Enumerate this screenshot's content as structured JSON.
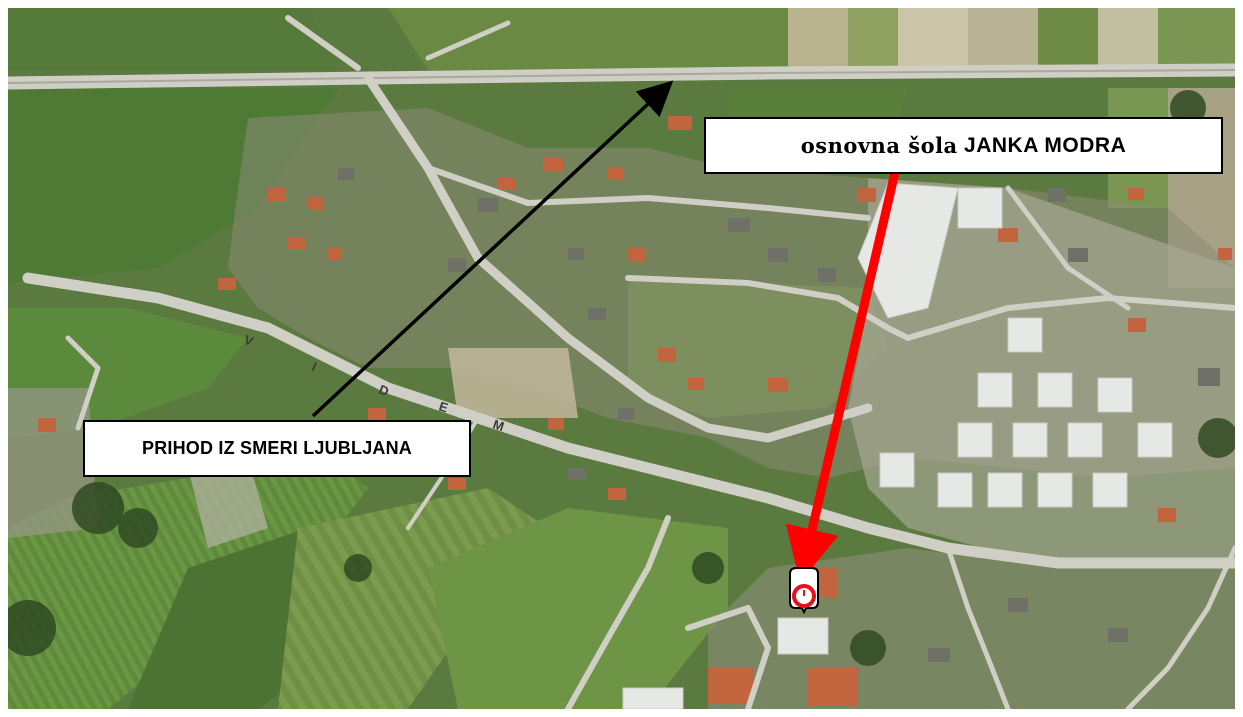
{
  "callouts": {
    "school": {
      "text_lower": "osnovna šola ",
      "text_upper": "JANKA MODRA"
    },
    "arrival": {
      "text": "PRIHOD IZ SMERI LJUBLJANA"
    }
  },
  "road_label": {
    "letters": [
      "V",
      "I",
      "D",
      "E",
      "M"
    ]
  },
  "colors": {
    "school_arrow": "#ff0000",
    "arrival_arrow": "#000000",
    "marker_ring": "#e8101a",
    "callout_bg": "#ffffff",
    "callout_border": "#000000"
  },
  "icons": {
    "school_marker": "map-pin-icon"
  }
}
